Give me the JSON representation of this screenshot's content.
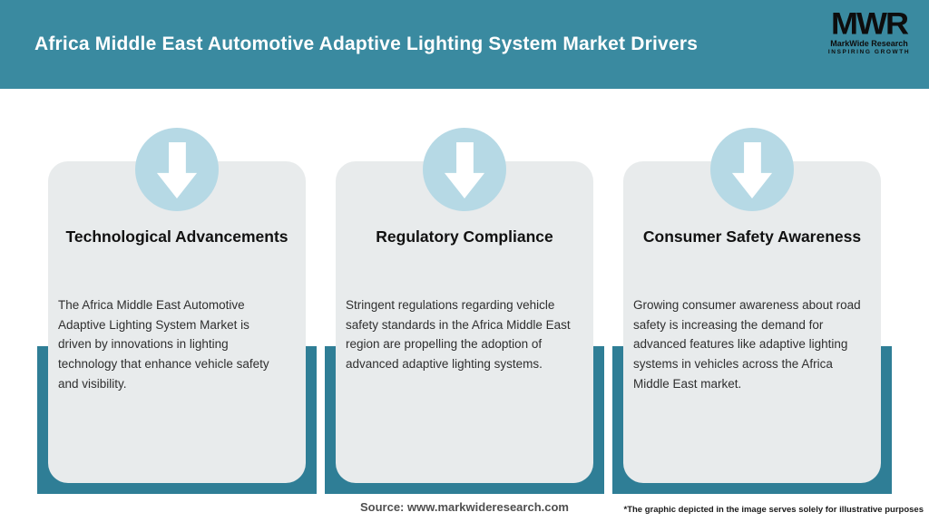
{
  "header": {
    "title": "Africa Middle East Automotive Adaptive Lighting System Market Drivers",
    "logo": {
      "monogram": "MWR",
      "name": "MarkWide Research",
      "tagline": "INSPIRING GROWTH"
    }
  },
  "cards": [
    {
      "title": "Technological Advancements",
      "body": "The Africa Middle East Automotive\nAdaptive Lighting System Market is\ndriven by innovations in lighting\ntechnology that enhance vehicle safety\nand visibility."
    },
    {
      "title": "Regulatory Compliance",
      "body": "Stringent regulations regarding vehicle\nsafety standards in the Africa Middle East\nregion are propelling the adoption of\nadvanced adaptive lighting systems."
    },
    {
      "title": "Consumer Safety Awareness",
      "body": "Growing consumer awareness about road\nsafety is increasing the demand for\nadvanced features like adaptive lighting\nsystems in vehicles across the Africa\nMiddle East market."
    }
  ],
  "footer": {
    "source": "Source: www.markwideresearch.com",
    "disclaimer": "*The graphic depicted in the image serves solely for illustrative purposes"
  },
  "colors": {
    "header_teal": "#3a8aa0",
    "bar_teal": "#2f7e96",
    "circle_blue": "#b6d9e5",
    "card_gray": "#e8ebec"
  }
}
